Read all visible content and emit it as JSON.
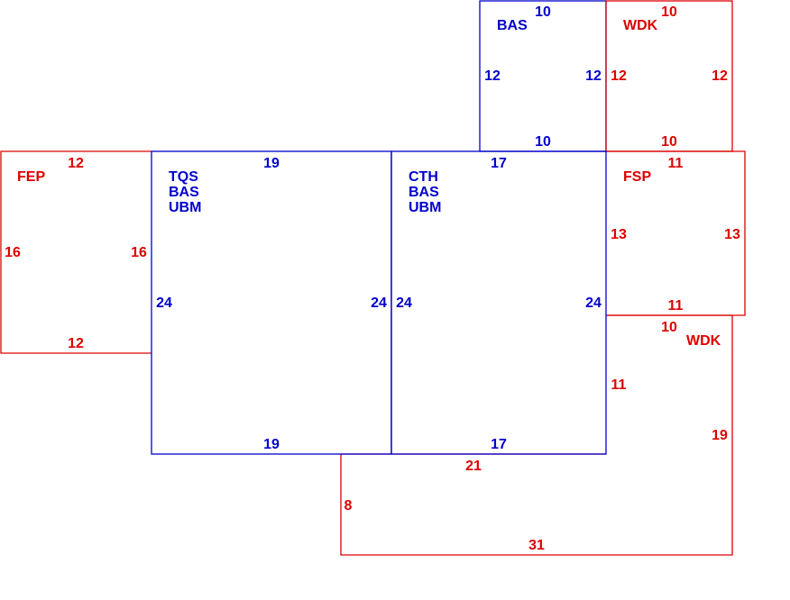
{
  "colors": {
    "blue": "#0000cc",
    "red": "#dd0000",
    "background": "#ffffff"
  },
  "areas": [
    {
      "id": "bas-top",
      "color": "blue",
      "labels": [
        "BAS"
      ],
      "dims": {
        "top": "10",
        "left": "12",
        "right": "12",
        "bottom": "10"
      }
    },
    {
      "id": "wdk-top",
      "color": "red",
      "labels": [
        "WDK"
      ],
      "dims": {
        "top": "10",
        "left": "12",
        "right": "12",
        "bottom": "10"
      }
    },
    {
      "id": "fep",
      "color": "red",
      "labels": [
        "FEP"
      ],
      "dims": {
        "top": "12",
        "left": "16",
        "right": "16",
        "bottom": "12"
      }
    },
    {
      "id": "tqs",
      "color": "blue",
      "labels": [
        "TQS",
        "BAS",
        "UBM"
      ],
      "dims": {
        "top": "19",
        "left": "24",
        "right": "24",
        "bottom": "19"
      }
    },
    {
      "id": "cth",
      "color": "blue",
      "labels": [
        "CTH",
        "BAS",
        "UBM"
      ],
      "dims": {
        "top": "17",
        "left": "24",
        "right": "24",
        "bottom": "17"
      }
    },
    {
      "id": "fsp",
      "color": "red",
      "labels": [
        "FSP"
      ],
      "dims": {
        "top": "11",
        "left": "13",
        "right": "13",
        "bottom": "11"
      }
    },
    {
      "id": "wdk-bottom",
      "color": "red",
      "labels": [
        "WDK"
      ],
      "dims": {
        "top": "10",
        "left": "11",
        "right": "19",
        "bottom": "21",
        "inner": "8",
        "base": "31"
      }
    }
  ]
}
